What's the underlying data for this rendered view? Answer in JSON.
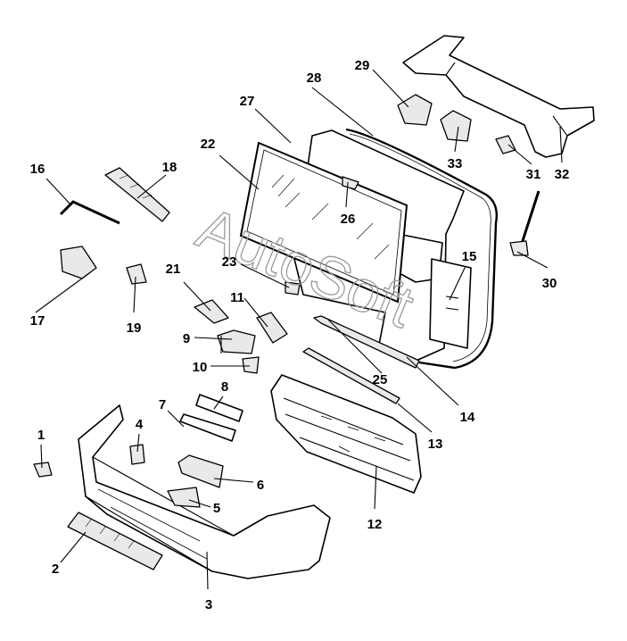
{
  "watermark": "AutoSoft",
  "callouts": [
    {
      "n": "1"
    },
    {
      "n": "2"
    },
    {
      "n": "3"
    },
    {
      "n": "4"
    },
    {
      "n": "5"
    },
    {
      "n": "6"
    },
    {
      "n": "7"
    },
    {
      "n": "8"
    },
    {
      "n": "9"
    },
    {
      "n": "10"
    },
    {
      "n": "11"
    },
    {
      "n": "12"
    },
    {
      "n": "13"
    },
    {
      "n": "14"
    },
    {
      "n": "15"
    },
    {
      "n": "16"
    },
    {
      "n": "17"
    },
    {
      "n": "18"
    },
    {
      "n": "19"
    },
    {
      "n": "21"
    },
    {
      "n": "22"
    },
    {
      "n": "23"
    },
    {
      "n": "25"
    },
    {
      "n": "26"
    },
    {
      "n": "27"
    },
    {
      "n": "28"
    },
    {
      "n": "29"
    },
    {
      "n": "30"
    },
    {
      "n": "31"
    },
    {
      "n": "32"
    },
    {
      "n": "33"
    }
  ]
}
